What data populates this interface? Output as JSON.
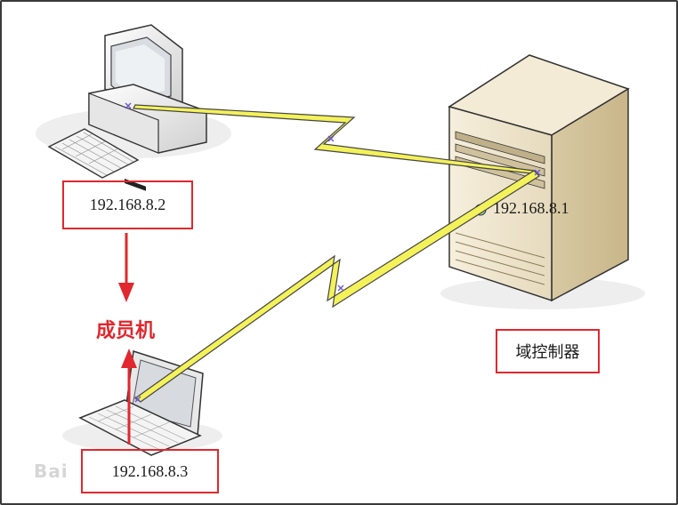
{
  "colors": {
    "accent_red": "#e0282e",
    "link_yellow": "#f4f25a",
    "server_beige": "#efe6cf"
  },
  "nodes": {
    "desktop": {
      "ip": "192.168.8.2"
    },
    "laptop": {
      "ip": "192.168.8.3"
    },
    "server": {
      "ip": "192.168.8.1",
      "label": "域控制器"
    }
  },
  "member_label": "成员机",
  "watermark": "Bai",
  "icons": [
    "desktop-computer-icon",
    "laptop-icon",
    "server-tower-icon",
    "lightning-link-icon",
    "arrow-down-icon",
    "arrow-up-icon"
  ]
}
